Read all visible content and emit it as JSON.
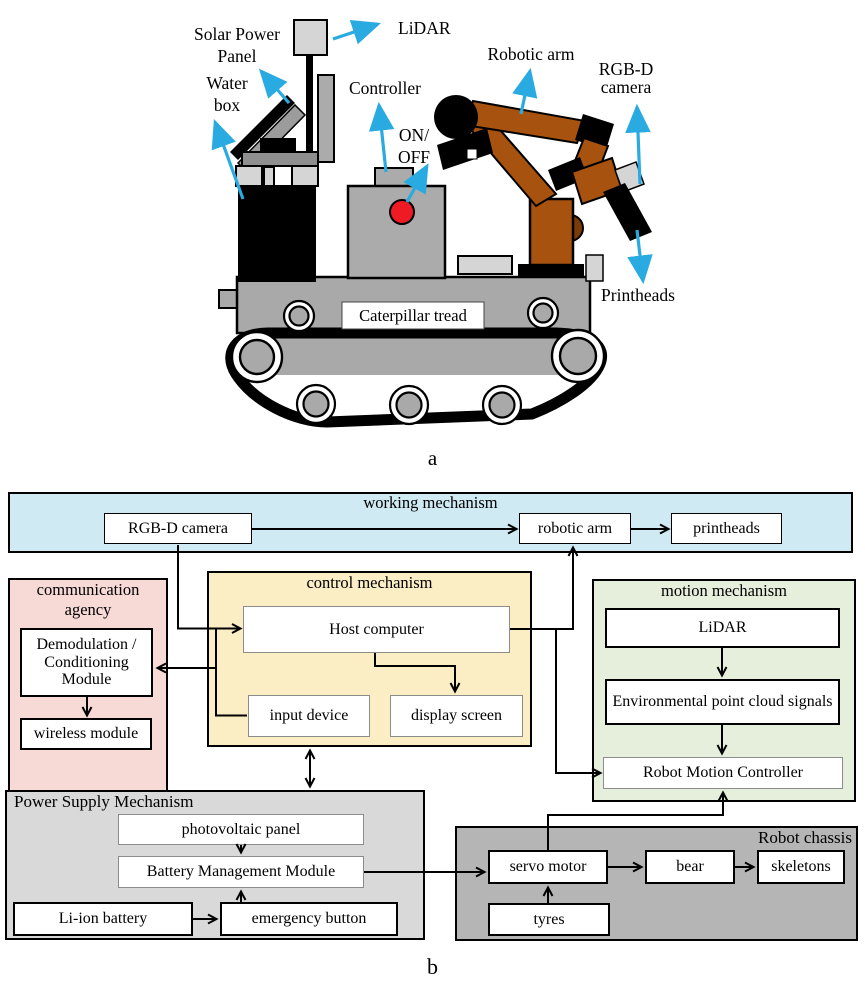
{
  "colors": {
    "arrow_cyan": "#29abe2",
    "arm_brown": "#a7530f",
    "button_red": "#ee1b24",
    "working_bg": "#cfeaf2",
    "communication_bg": "#f7d9d6",
    "control_bg": "#fbedc4",
    "motion_bg": "#e5efdc",
    "power_bg": "#d9d9d9",
    "chassis_bg": "#b5b5b5"
  },
  "captions": {
    "a": "a",
    "b": "b"
  },
  "part_a": {
    "labels": {
      "solar_line1": "Solar Power",
      "solar_line2": "Panel",
      "lidar": "LiDAR",
      "water_line1": "Water",
      "water_line2": "box",
      "controller": "Controller",
      "onoff_line1": "ON/",
      "onoff_line2": "OFF",
      "robotic_arm": "Robotic arm",
      "rgbd_line1": "RGB-D",
      "rgbd_line2": "camera",
      "printheads": "Printheads",
      "caterpillar_tread": "Caterpillar tread"
    }
  },
  "part_b": {
    "working": {
      "title": "working mechanism",
      "rgbd_camera": "RGB-D camera",
      "robotic_arm": "robotic arm",
      "printheads": "printheads"
    },
    "communication": {
      "title_line1": "communication",
      "title_line2": "agency",
      "demodulation": "Demodulation / Conditioning Module",
      "wireless": "wireless module"
    },
    "control": {
      "title": "control mechanism",
      "host_computer": "Host computer",
      "input_device": "input device",
      "display_screen": "display screen"
    },
    "motion": {
      "title": "motion mechanism",
      "lidar": "LiDAR",
      "env_signals": "Environmental point cloud signals",
      "motion_controller": "Robot Motion Controller"
    },
    "power": {
      "title": "Power Supply Mechanism",
      "photovoltaic": "photovoltaic panel",
      "bmm": "Battery Management Module",
      "li_ion": "Li-ion battery",
      "emergency": "emergency button"
    },
    "chassis": {
      "title": "Robot chassis",
      "servo": "servo motor",
      "bear": "bear",
      "skeletons": "skeletons",
      "tyres": "tyres"
    }
  }
}
